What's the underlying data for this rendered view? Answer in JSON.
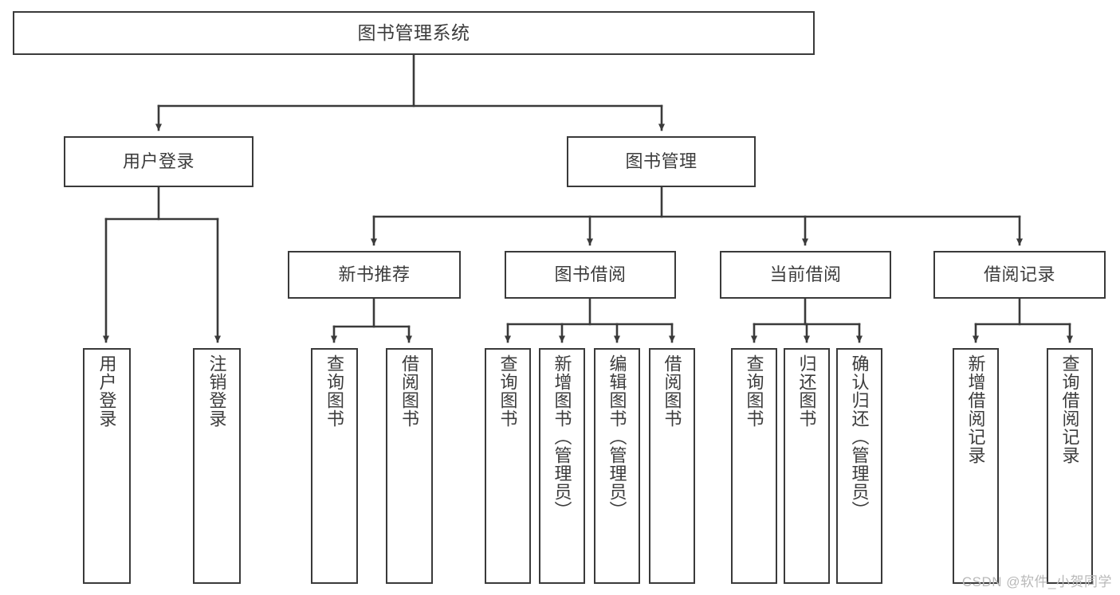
{
  "diagram": {
    "title": "图书管理系统",
    "type": "functional-structure-tree",
    "colors": {
      "box_border": "#3a3a3a",
      "box_fill": "#ffffff",
      "line": "#3a3a3a",
      "text": "#3c3c3c",
      "watermark": "#b9b9b9",
      "background": "#ffffff"
    },
    "watermark": "CSDN @软件_小贺同学",
    "root": {
      "id": "root",
      "label": "图书管理系统"
    },
    "level2": [
      {
        "id": "user-login",
        "label": "用户登录"
      },
      {
        "id": "book-manage",
        "label": "图书管理"
      }
    ],
    "level3": [
      {
        "id": "new-book-recommend",
        "label": "新书推荐",
        "parent": "book-manage"
      },
      {
        "id": "book-borrow",
        "label": "图书借阅",
        "parent": "book-manage"
      },
      {
        "id": "current-borrow",
        "label": "当前借阅",
        "parent": "book-manage"
      },
      {
        "id": "borrow-record",
        "label": "借阅记录",
        "parent": "book-manage"
      }
    ],
    "leaves": [
      {
        "id": "leaf-user-login",
        "label": "用户登录",
        "parent": "user-login"
      },
      {
        "id": "leaf-user-logout",
        "label": "注销登录",
        "parent": "user-login"
      },
      {
        "id": "leaf-query-book-rec",
        "label": "查询图书",
        "parent": "new-book-recommend"
      },
      {
        "id": "leaf-borrow-book-rec",
        "label": "借阅图书",
        "parent": "new-book-recommend"
      },
      {
        "id": "leaf-query-book-borrow",
        "label": "查询图书",
        "parent": "book-borrow"
      },
      {
        "id": "leaf-add-book",
        "label": "新增图书（管理员）",
        "parent": "book-borrow"
      },
      {
        "id": "leaf-edit-book",
        "label": "编辑图书（管理员）",
        "parent": "book-borrow"
      },
      {
        "id": "leaf-borrow-book",
        "label": "借阅图书",
        "parent": "book-borrow"
      },
      {
        "id": "leaf-query-book-cur",
        "label": "查询图书",
        "parent": "current-borrow"
      },
      {
        "id": "leaf-return-book",
        "label": "归还图书",
        "parent": "current-borrow"
      },
      {
        "id": "leaf-confirm-return",
        "label": "确认归还（管理员）",
        "parent": "current-borrow"
      },
      {
        "id": "leaf-add-record",
        "label": "新增借阅记录",
        "parent": "borrow-record"
      },
      {
        "id": "leaf-query-record",
        "label": "查询借阅记录",
        "parent": "borrow-record"
      }
    ]
  }
}
